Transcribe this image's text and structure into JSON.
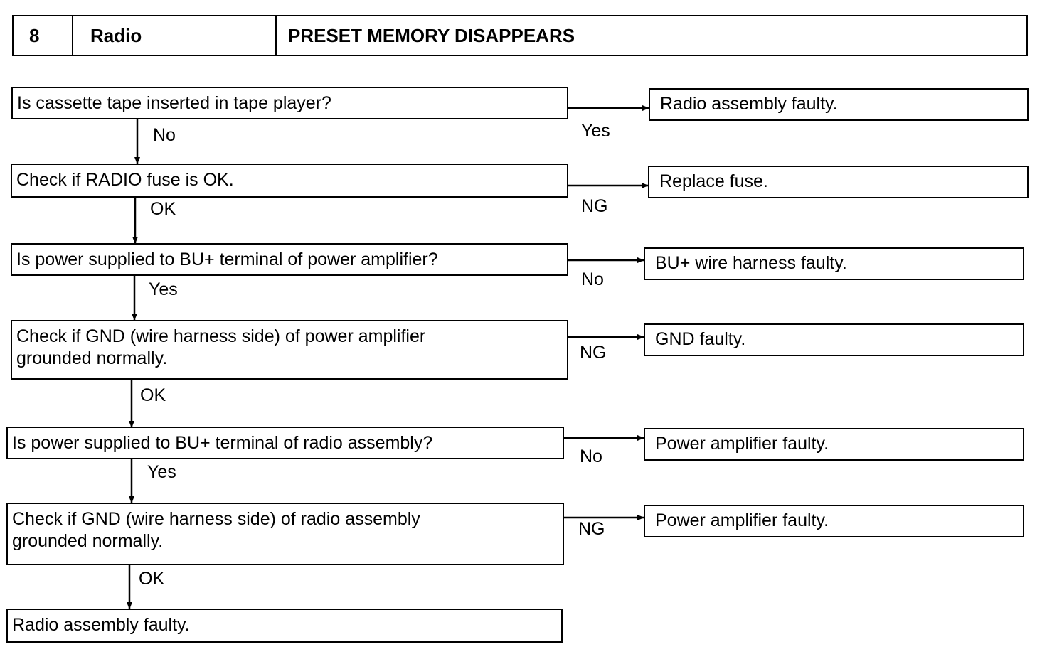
{
  "header": {
    "number": "8",
    "system": "Radio",
    "title": "PRESET MEMORY DISAPPEARS"
  },
  "steps": [
    {
      "question": "Is cassette tape inserted in tape player?",
      "branch_label": "Yes",
      "result": "Radio assembly faulty.",
      "down_label": "No"
    },
    {
      "question": "Check if RADIO fuse is OK.",
      "branch_label": "NG",
      "result": "Replace fuse.",
      "down_label": "OK"
    },
    {
      "question": "Is power supplied to BU+ terminal of power amplifier?",
      "branch_label": "No",
      "result": "BU+ wire harness faulty.",
      "down_label": "Yes"
    },
    {
      "question_line1": "Check if GND (wire harness side) of power amplifier",
      "question_line2": "grounded normally.",
      "branch_label": "NG",
      "result": "GND faulty.",
      "down_label": "OK"
    },
    {
      "question": "Is power supplied to BU+ terminal of radio assembly?",
      "branch_label": "No",
      "result": "Power amplifier faulty.",
      "down_label": "Yes"
    },
    {
      "question_line1": "Check if GND (wire harness side) of radio assembly",
      "question_line2": "grounded normally.",
      "branch_label": "NG",
      "result": "Power amplifier faulty.",
      "down_label": "OK"
    }
  ],
  "final_result": "Radio assembly faulty."
}
